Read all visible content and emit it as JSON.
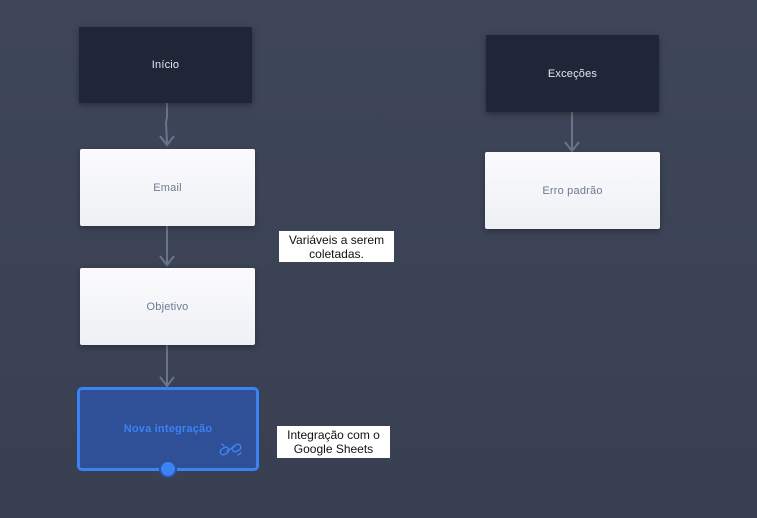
{
  "flow": {
    "nodes": {
      "start": "Início",
      "exceptions": "Exceções",
      "email": "Email",
      "default_error": "Erro padrão",
      "objective": "Objetivo",
      "new_integration": "Nova integração"
    },
    "annotations": {
      "variables_note_line1": "Variáveis a serem",
      "variables_note_line2": "coletadas.",
      "integration_note_line1": "Integração com o",
      "integration_note_line2": "Google Sheets"
    }
  },
  "colors": {
    "canvas": "#3b4356",
    "dark_node": "#1f2638",
    "light_node": "#f5f6f9",
    "integration_fill": "#2f4f96",
    "integration_accent": "#3b82f6",
    "connector": "#6b7488"
  },
  "icons": {
    "integration_link": "link-icon",
    "connection_handle": "handle-dot"
  }
}
